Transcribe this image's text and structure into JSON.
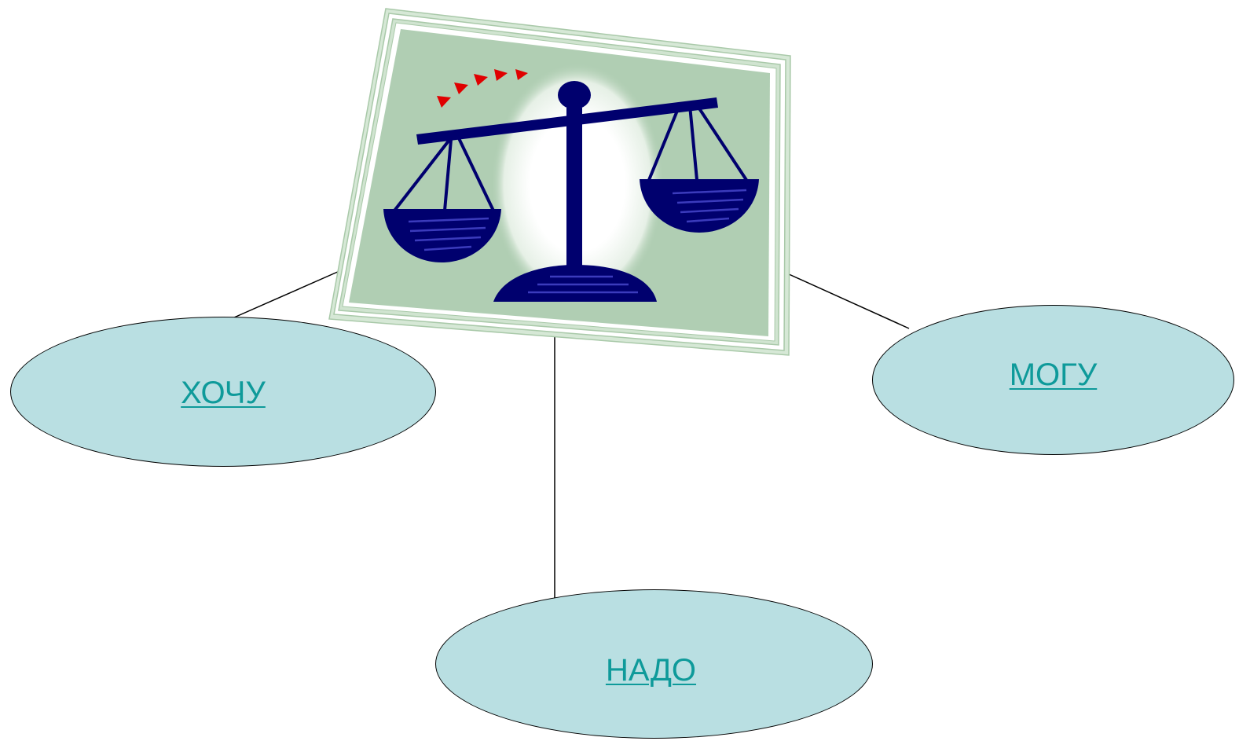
{
  "diagram": {
    "nodes": [
      {
        "id": "hochu",
        "label": "ХОЧУ"
      },
      {
        "id": "mogu",
        "label": "МОГУ"
      },
      {
        "id": "nado",
        "label": "НАДО"
      }
    ],
    "center_image": "balance-scales-clipart",
    "colors": {
      "ellipse_fill": "#b9dfe2",
      "link_text": "#0e9a9a",
      "frame_bg": "#b0ceb3",
      "scale_navy": "#00006e",
      "arrows": "#e00000",
      "lines": "#000000"
    }
  }
}
